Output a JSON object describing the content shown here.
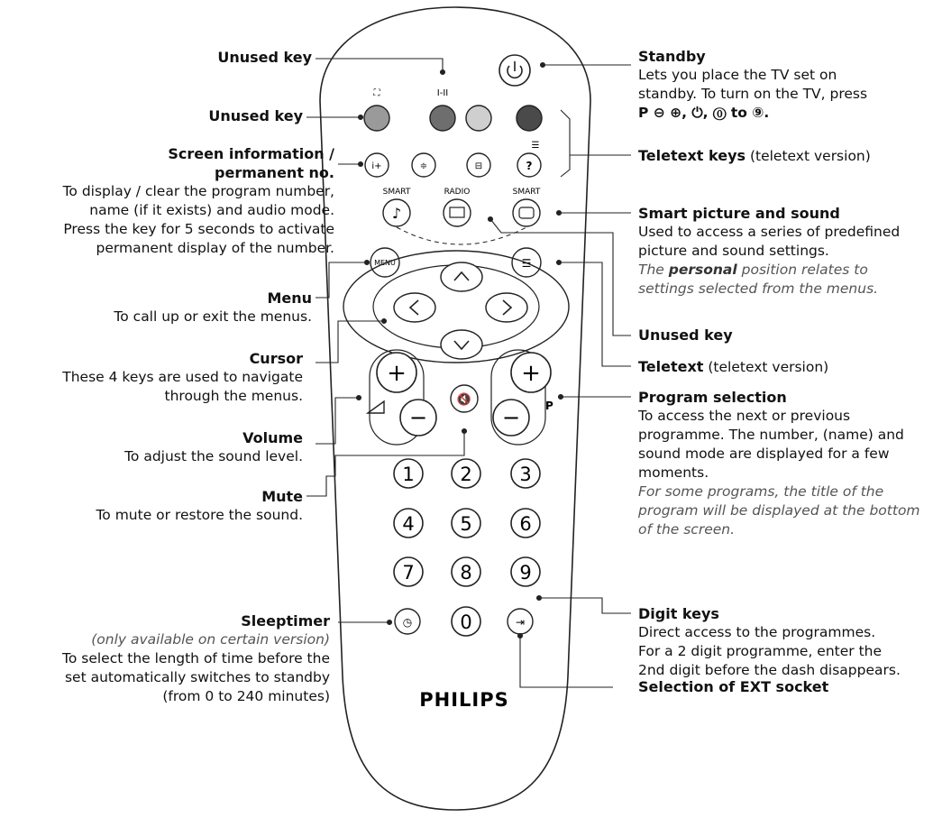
{
  "brand": "PHILIPS",
  "key_captions": {
    "ratio": "⛶",
    "dual": "I-II",
    "smart1": "SMART",
    "radio": "RADIO",
    "smart2": "SMART",
    "menu": "MENU",
    "p": "P"
  },
  "digits": [
    "1",
    "2",
    "3",
    "4",
    "5",
    "6",
    "7",
    "8",
    "9",
    "0"
  ],
  "colors": {
    "red": "#9a9a9a",
    "green": "#6e6e6e",
    "yellow": "#cfcfcf",
    "blue": "#4a4a4a"
  },
  "left": {
    "unused1": "Unused key",
    "unused2": "Unused key",
    "screen_title1": "Screen information /",
    "screen_title2": "permanent no.",
    "screen_d1": "To display / clear the program number,",
    "screen_d2": "name (if it exists) and  audio mode.",
    "screen_d3": "Press the key for 5 seconds to activate",
    "screen_d4": "permanent display of the number.",
    "menu_title": "Menu",
    "menu_d": "To call up or exit the menus.",
    "cursor_title": "Cursor",
    "cursor_d1": "These 4 keys are used to navigate",
    "cursor_d2": "through the menus.",
    "volume_title": "Volume",
    "volume_d": "To adjust the sound level.",
    "mute_title": "Mute",
    "mute_d": "To mute or restore the sound.",
    "sleep_title": "Sleeptimer",
    "sleep_note": "(only available on certain version)",
    "sleep_d1": "To select the length of time before the",
    "sleep_d2": "set automatically switches to standby",
    "sleep_d3": "(from 0 to 240 minutes)"
  },
  "right": {
    "standby_title": "Standby",
    "standby_d1": "Lets you place the TV set on",
    "standby_d2": "standby. To turn on the TV, press",
    "standby_d3": "P ⊖ ⊕, ⏻, ⓪ to ⑨.",
    "teletext_keys": "Teletext keys",
    "teletext_keys_note": " (teletext version)",
    "smart_title": "Smart picture and sound",
    "smart_d1": "Used to access a series of predefined",
    "smart_d2": "picture and sound settings.",
    "smart_i1a": "The ",
    "smart_i1b": "personal",
    "smart_i1c": " position relates to",
    "smart_i2": "settings selected from the menus.",
    "unused3": "Unused key",
    "teletext": "Teletext",
    "teletext_note": " (teletext version)",
    "prog_title": "Program selection",
    "prog_d1": "To access the next or previous",
    "prog_d2": "programme. The number, (name) and",
    "prog_d3": "sound mode are displayed for a few",
    "prog_d4": "moments.",
    "prog_i1": "For some programs, the title of the",
    "prog_i2": "program will be displayed at the bottom",
    "prog_i3": "of the screen.",
    "digit_title": "Digit keys",
    "digit_d1": "Direct access to the programmes.",
    "digit_d2": "For a 2 digit programme, enter the",
    "digit_d3": "2nd digit before the dash disappears.",
    "ext_title": "Selection of EXT socket"
  }
}
